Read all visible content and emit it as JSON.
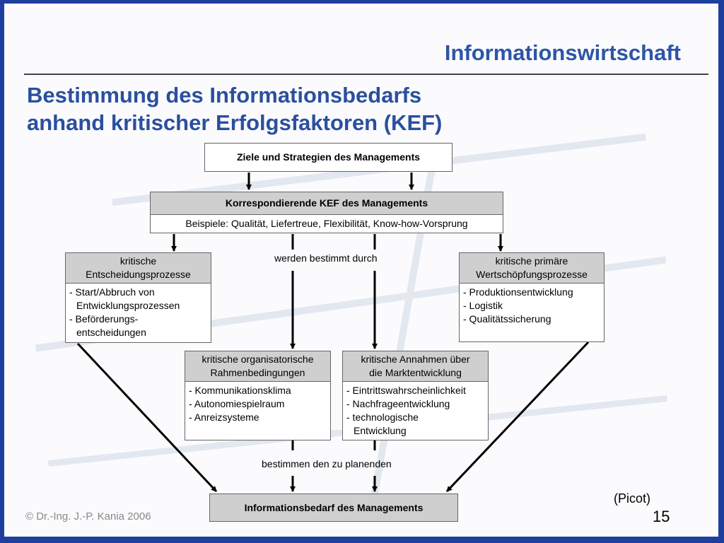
{
  "header": {
    "title": "Informationswirtschaft"
  },
  "slide": {
    "title_line1": "Bestimmung des Informationsbedarfs",
    "title_line2": "anhand kritischer Erfolgsfaktoren (KEF)"
  },
  "diagram": {
    "goals": "Ziele und Strategien des Managements",
    "kef_title": "Korrespondierende KEF des Managements",
    "kef_examples": "Beispiele: Qualität, Liefertreue, Flexibilität, Know-how-Vorsprung",
    "label_determined": "werden bestimmt durch",
    "decision": {
      "title_line1": "kritische",
      "title_line2": "Entscheidungsprozesse",
      "items": [
        "- Start/Abbruch von",
        "  Entwicklungsprozessen",
        "- Beförderungs-",
        "  entscheidungen"
      ]
    },
    "value_chain": {
      "title_line1": "kritische primäre",
      "title_line2": "Wertschöpfungsprozesse",
      "items": [
        "- Produktionsentwicklung",
        "- Logistik",
        "- Qualitätssicherung"
      ]
    },
    "organizational": {
      "title_line1": "kritische organisatorische",
      "title_line2": "Rahmenbedingungen",
      "items": [
        "- Kommunikationsklima",
        "- Autonomiespielraum",
        "- Anreizsysteme"
      ]
    },
    "market": {
      "title_line1": "kritische Annahmen über",
      "title_line2": "die Marktentwicklung",
      "items": [
        "- Eintrittswahrscheinlichkeit",
        "- Nachfrageentwicklung",
        "- technologische",
        "  Entwicklung"
      ]
    },
    "label_planning": "bestimmen den zu planenden",
    "result": "Informationsbedarf des Managements"
  },
  "footer": {
    "copyright": "©  Dr.-Ing. J.-P. Kania 2006",
    "source": "(Picot)",
    "page_number": "15"
  },
  "colors": {
    "frame": "#1f3f9e",
    "title": "#2a4f9e",
    "box_header": "#cfcfcf"
  }
}
